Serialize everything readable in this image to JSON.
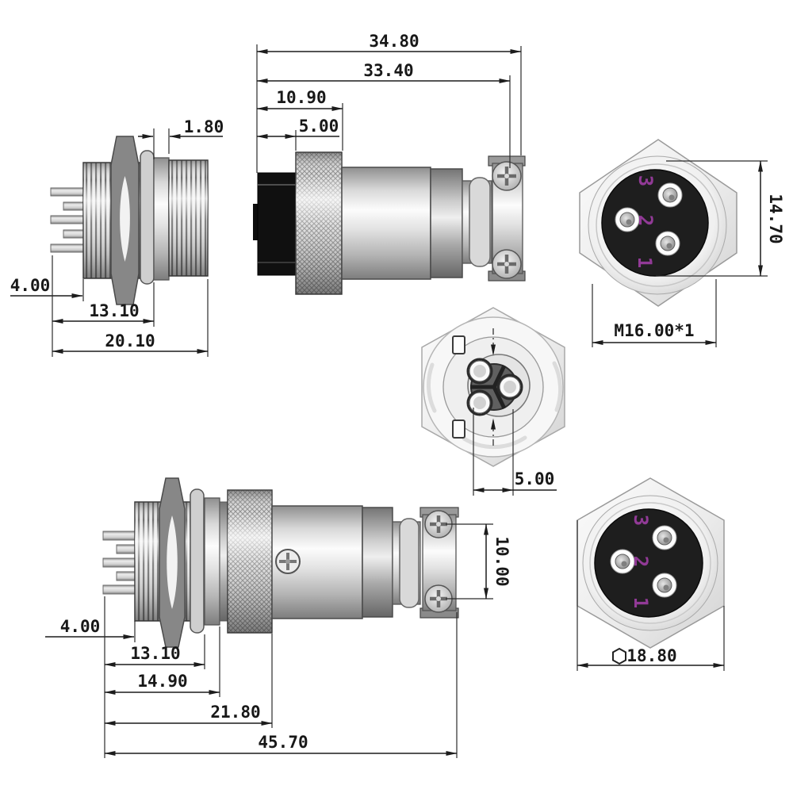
{
  "colors": {
    "pin_label": "#913a96",
    "dim_text": "#181818"
  },
  "socket_side_view": {
    "dim_washer_thickness": "1.80",
    "dim_pin_length": "4.00",
    "dim_front_length": "13.10",
    "dim_total_length": "20.10"
  },
  "plug_side_view": {
    "dim_total_length": "34.80",
    "dim_body_length": "33.40",
    "dim_front_length": "10.90",
    "dim_knurl_offset": "5.00"
  },
  "plug_face_view": {
    "pin_labels": [
      "3",
      "2",
      "1"
    ],
    "dim_insert_height": "14.70",
    "thread_spec": "M16.00*1"
  },
  "rear_face_view": {
    "dim_contact_spacing": "5.00"
  },
  "assembled_view": {
    "dim_pin_length": "4.00",
    "dim_front_length": "13.10",
    "dim_washer_length": "14.90",
    "dim_coupling_length": "21.80",
    "dim_total_length": "45.70",
    "dim_clamp_width": "10.00"
  },
  "socket_face_view": {
    "pin_labels": [
      "3",
      "2",
      "1"
    ],
    "dim_hex_across_flats": "18.80"
  }
}
